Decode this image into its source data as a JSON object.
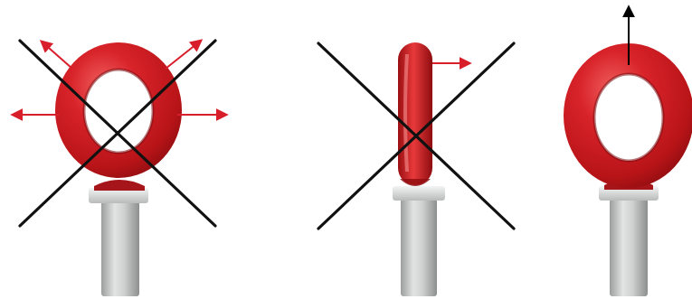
{
  "panels": [
    {
      "id": "side-load",
      "verdict": "incorrect",
      "load_directions": [
        "left",
        "upper-left",
        "upper-right",
        "right"
      ]
    },
    {
      "id": "edgewise-load",
      "verdict": "incorrect",
      "load_directions": [
        "right"
      ]
    },
    {
      "id": "inline-load",
      "verdict": "correct",
      "load_directions": [
        "up"
      ]
    }
  ],
  "colors": {
    "eye": "#d01a1e",
    "eye_shadow": "#8e0d10",
    "eye_highlight": "#f0605f",
    "shank": "#c9cbcb",
    "collar": "#e4e6e6",
    "cross": "#111111",
    "arrow_wrong": "#d81e2a",
    "arrow_correct": "#000000"
  },
  "icons": [
    "eye-bolt",
    "prohibited-cross-icon",
    "force-arrow-icon"
  ]
}
